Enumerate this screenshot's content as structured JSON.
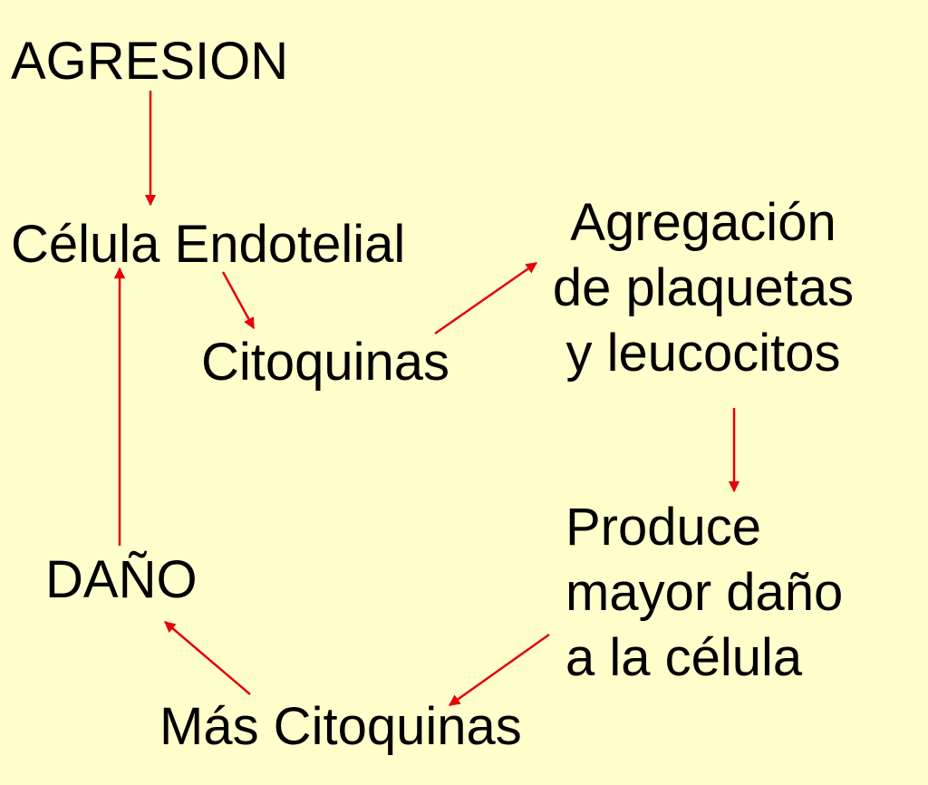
{
  "diagram": {
    "nodes": {
      "agresion": "AGRESION",
      "celula_endotelial": "Célula Endotelial",
      "citoquinas": "Citoquinas",
      "agregacion": [
        "Agregación",
        "de plaquetas",
        "y leucocitos"
      ],
      "produce": [
        "Produce",
        "mayor daño",
        "a la célula"
      ],
      "mas_citoquinas": "Más Citoquinas",
      "dano": "DAÑO"
    },
    "edges": [
      {
        "from": "AGRESION",
        "to": "Célula Endotelial"
      },
      {
        "from": "Célula Endotelial",
        "to": "Citoquinas"
      },
      {
        "from": "Citoquinas",
        "to": "Agregación de plaquetas y leucocitos"
      },
      {
        "from": "Agregación de plaquetas y leucocitos",
        "to": "Produce mayor daño a la célula"
      },
      {
        "from": "Produce mayor daño a la célula",
        "to": "Más Citoquinas"
      },
      {
        "from": "Más Citoquinas",
        "to": "DAÑO"
      },
      {
        "from": "DAÑO",
        "to": "Célula Endotelial"
      }
    ],
    "colors": {
      "background": "#FFFFCC",
      "text": "#000000",
      "arrow": "#E8000B"
    }
  }
}
